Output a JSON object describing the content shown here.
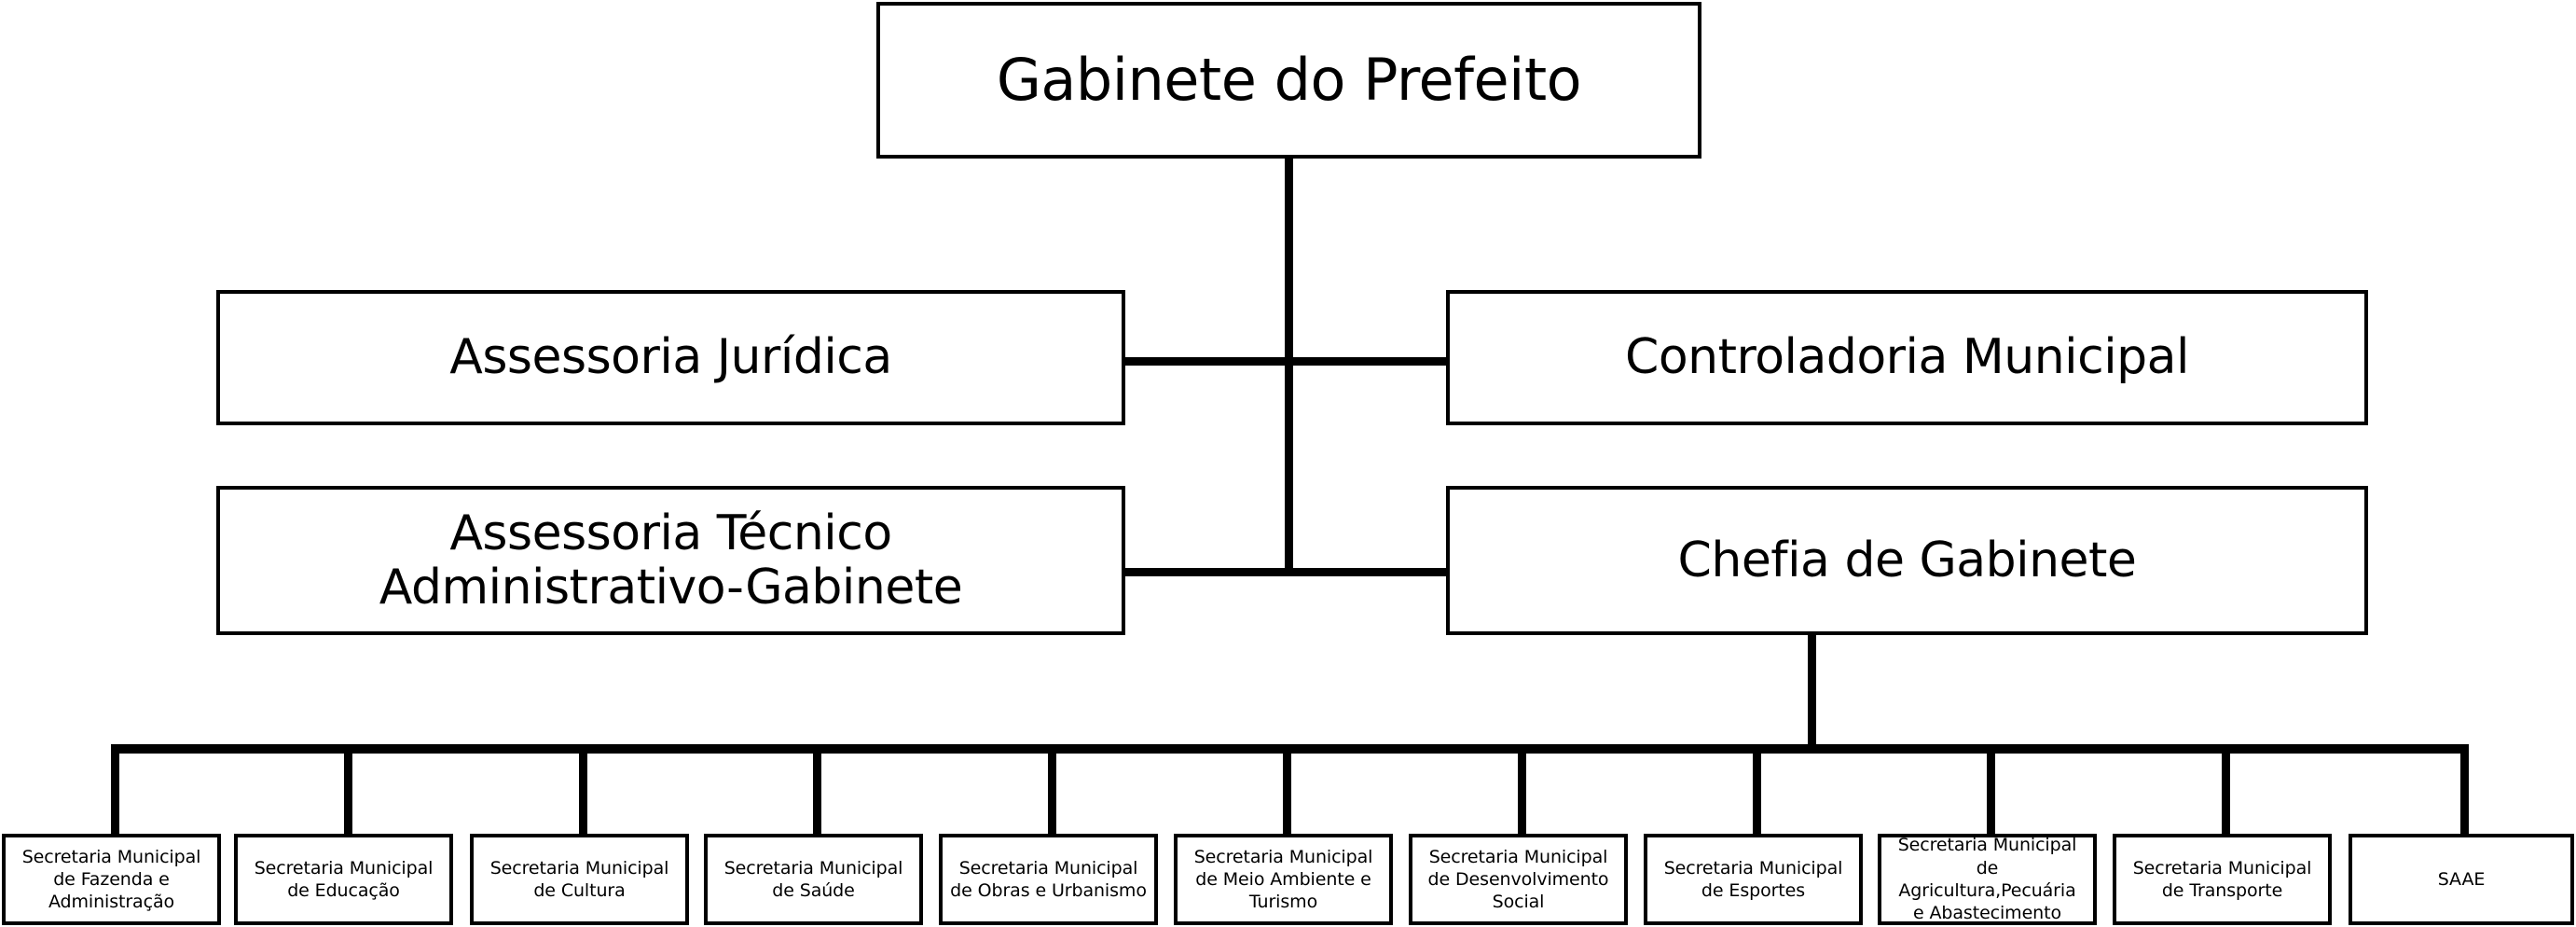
{
  "diagram": {
    "title_node": {
      "id": "gabinete-do-prefeito",
      "label": "Gabinete do Prefeito"
    },
    "staff_row_1": [
      {
        "id": "assessoria-juridica",
        "label": "Assessoria Jurídica"
      },
      {
        "id": "controladoria-municipal",
        "label": "Controladoria Municipal"
      }
    ],
    "staff_row_2": [
      {
        "id": "assessoria-tecnico-administrativo-gabinete",
        "label": "Assessoria Técnico\nAdministrativo-Gabinete"
      },
      {
        "id": "chefia-de-gabinete",
        "label": "Chefia de Gabinete"
      }
    ],
    "secretarias": [
      {
        "id": "secretaria-fazenda-administracao",
        "label": "Secretaria Municipal\nde Fazenda e\nAdministração"
      },
      {
        "id": "secretaria-educacao",
        "label": "Secretaria Municipal\nde Educação"
      },
      {
        "id": "secretaria-cultura",
        "label": "Secretaria Municipal\nde Cultura"
      },
      {
        "id": "secretaria-saude",
        "label": "Secretaria Municipal\nde Saúde"
      },
      {
        "id": "secretaria-obras-urbanismo",
        "label": "Secretaria Municipal\nde Obras e Urbanismo"
      },
      {
        "id": "secretaria-meio-ambiente-turismo",
        "label": "Secretaria Municipal\nde Meio Ambiente e\nTurismo"
      },
      {
        "id": "secretaria-desenvolvimento-social",
        "label": "Secretaria Municipal\nde Desenvolvimento\nSocial"
      },
      {
        "id": "secretaria-esportes",
        "label": "Secretaria Municipal\nde Esportes"
      },
      {
        "id": "secretaria-agricultura-pecuaria-abastecimento",
        "label": "Secretaria Municipal de\nAgricultura,Pecuária\ne Abastecimento"
      },
      {
        "id": "secretaria-transporte",
        "label": "Secretaria Municipal\nde Transporte"
      },
      {
        "id": "saae",
        "label": "SAAE"
      }
    ],
    "colors": {
      "line": "#000000",
      "box_fill": "#ffffff",
      "text": "#000000",
      "background": "#ffffff"
    }
  }
}
